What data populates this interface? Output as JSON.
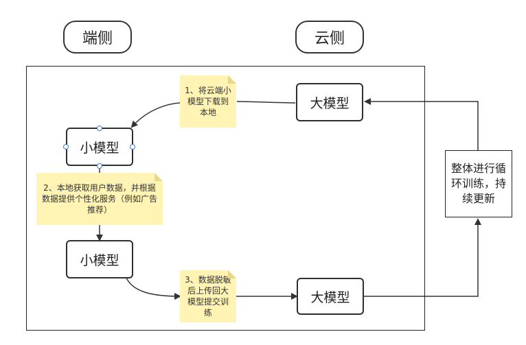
{
  "headers": {
    "device_label": "端侧",
    "cloud_label": "云侧"
  },
  "nodes": {
    "cloud_top": "大模型",
    "small_top": "小模型",
    "small_bottom": "小模型",
    "cloud_bottom": "大模型"
  },
  "notes": {
    "step1": "1、将云端小模型下载到本地",
    "step2": "2、本地获取用户数据，并根据数据提供个性化服务（例如广告推荐）",
    "step3": "3、数据脱敏后上传回大模型提交训练"
  },
  "loop_box": "整体进行循环训练，持续更新"
}
